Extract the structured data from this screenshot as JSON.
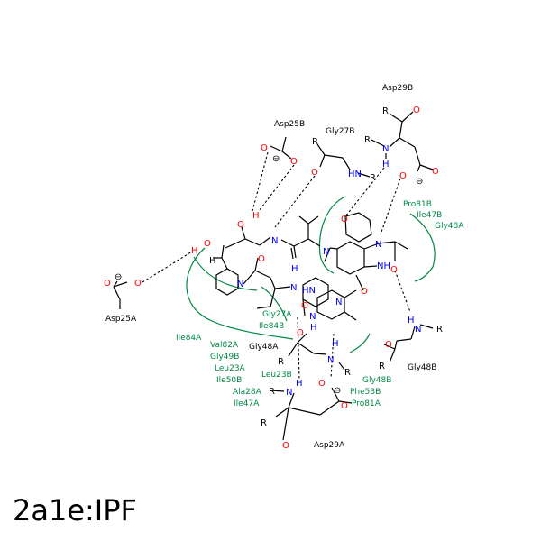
{
  "caption": "2a1e:IPF",
  "colors": {
    "bond": "#000000",
    "oxygen": "#ff0000",
    "nitrogen": "#0000ff",
    "hydrophobic": "#008844",
    "hbond": "#000000"
  },
  "residues": {
    "asp29b": "Asp29B",
    "asp25b": "Asp25B",
    "gly27b": "Gly27B",
    "asp25a": "Asp25A",
    "gly48a": "Gly48A",
    "gly48b": "Gly48B",
    "asp29a": "Asp29A"
  },
  "hydrophobic": {
    "pro81b": "Pro81B",
    "ile47b": "Ile47B",
    "gly48a_top": "Gly48A",
    "gly27a": "Gly27A",
    "ile84b": "Ile84B",
    "ile84a": "Ile84A",
    "val82a": "Val82A",
    "gly49b": "Gly49B",
    "leu23a": "Leu23A",
    "ile50b": "Ile50B",
    "leu23b": "Leu23B",
    "ala28a": "Ala28A",
    "ile47a": "Ile47A",
    "gly48b": "Gly48B",
    "phe53b": "Phe53B",
    "pro81a": "Pro81A"
  },
  "atoms": {
    "R": "R",
    "O": "O",
    "N": "N",
    "H": "H",
    "NH": "NH",
    "HN": "HN",
    "minus": "⊖"
  }
}
